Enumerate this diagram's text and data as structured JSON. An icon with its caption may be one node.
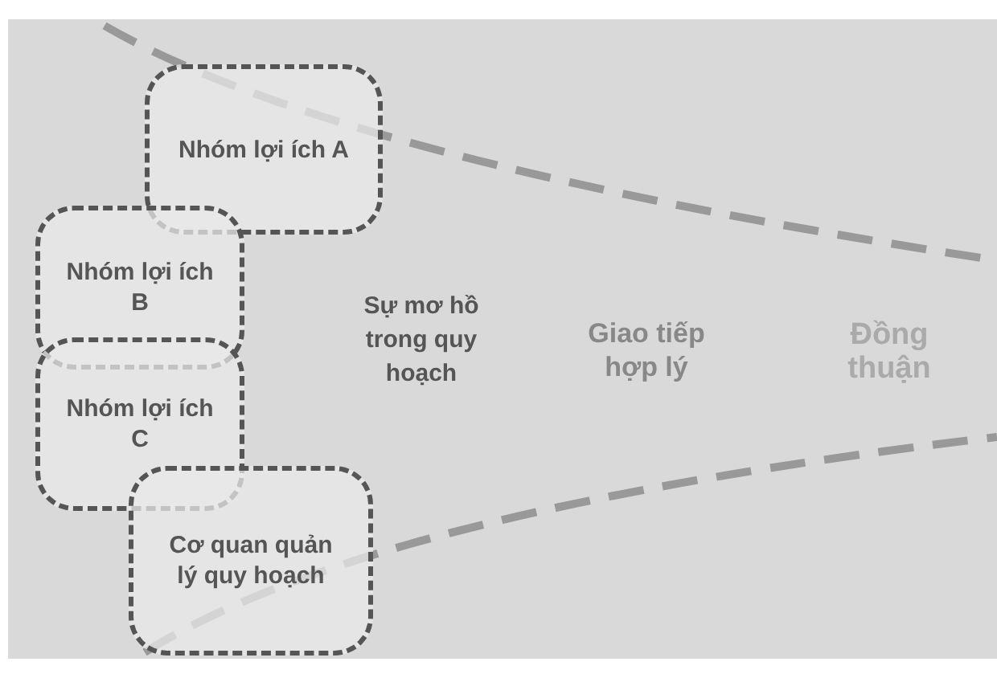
{
  "diagram": {
    "nodes": [
      {
        "text": [
          "Nhóm lợi ích A"
        ]
      },
      {
        "text": [
          "Nhóm lợi ích B"
        ]
      },
      {
        "text": [
          "Nhóm lợi ích C"
        ]
      },
      {
        "text": [
          "Cơ quan quản lý quy hoạch"
        ]
      }
    ],
    "edges": [],
    "labels": [
      "Sự mơ hồ trong quy hoạch",
      "Giao tiếp hợp lý",
      "Đồng thuận"
    ]
  }
}
